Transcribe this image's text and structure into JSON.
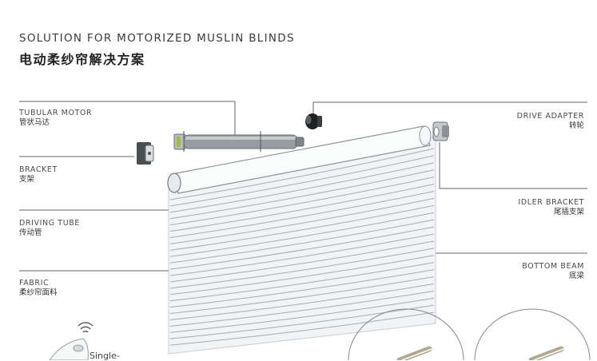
{
  "title": {
    "en": "SOLUTION  FOR MOTORIZED MUSLIN BLINDS",
    "cn": "电动柔纱帘解决方案"
  },
  "components": [
    {
      "key": "tubular_motor",
      "en": "TUBULAR MOTOR",
      "cn": "管状马达"
    },
    {
      "key": "bracket",
      "en": "BRACKET",
      "cn": "支架"
    },
    {
      "key": "driving_tube",
      "en": "DRIVING TUBE",
      "cn": "传动管"
    },
    {
      "key": "fabric",
      "en": "FABRIC",
      "cn": "柔纱帘面料"
    },
    {
      "key": "drive_adapter",
      "en": "DRIVE ADAPTER",
      "cn": "转轮"
    },
    {
      "key": "idler_bracket",
      "en": "IDLER BRACKET",
      "cn": "尾插支架"
    },
    {
      "key": "bottom_beam",
      "en": "BOTTOM BEAM",
      "cn": "底梁"
    }
  ],
  "remote": {
    "label": "Single-"
  },
  "colors": {
    "line": "#555555",
    "fabric": "#eef0f1",
    "slat_line": "#9aa0a5",
    "motor": "#8d9296"
  }
}
